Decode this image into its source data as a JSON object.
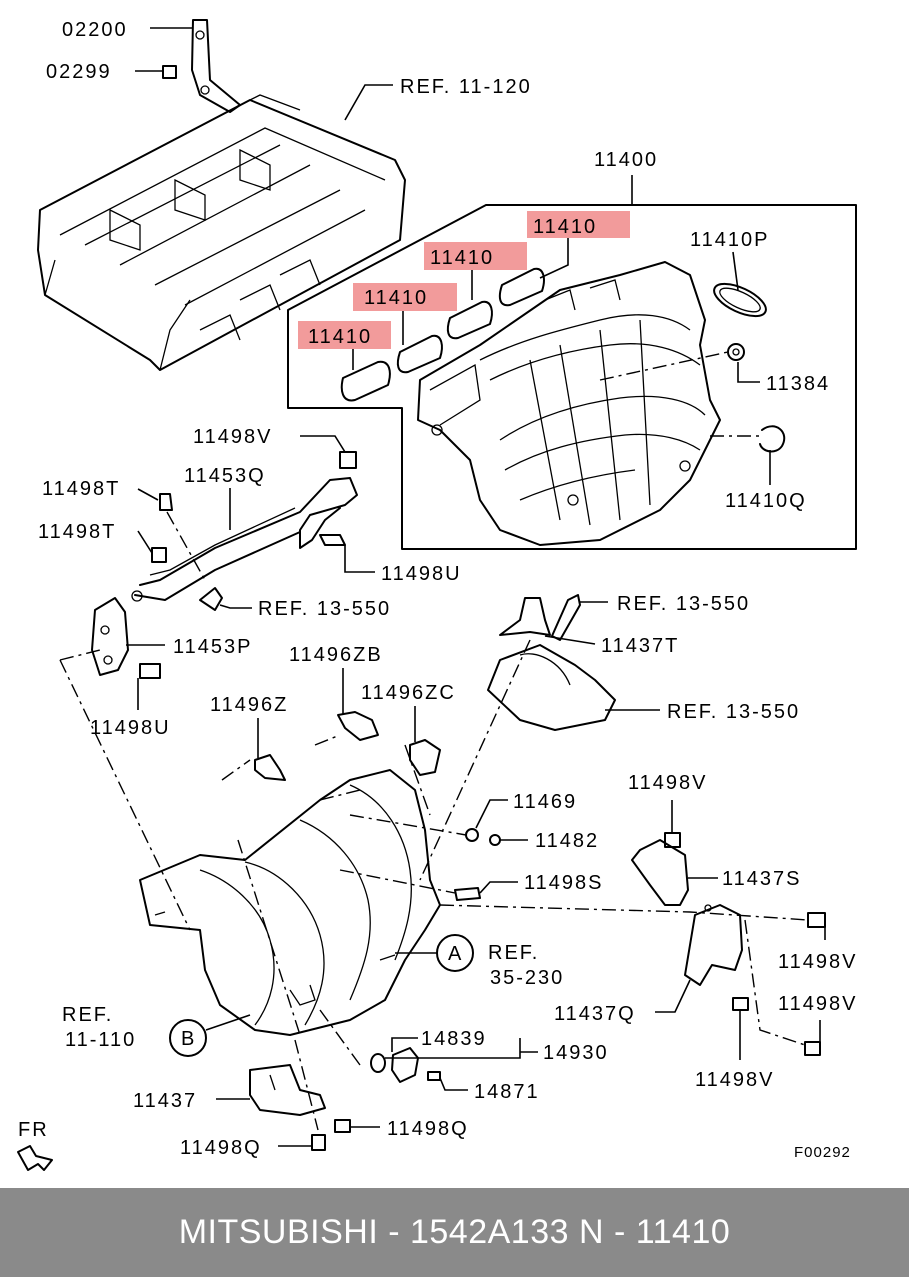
{
  "labels": {
    "p02200": "02200",
    "p02299": "02299",
    "ref11120": "REF. 11-120",
    "p11400": "11400",
    "p11410a": "11410",
    "p11410b": "11410",
    "p11410c": "11410",
    "p11410d": "11410",
    "p11410p": "11410P",
    "p11384": "11384",
    "p11410q": "11410Q",
    "p11498v_a": "11498V",
    "p11453q": "11453Q",
    "p11498t_a": "11498T",
    "p11498t_b": "11498T",
    "p11498u_a": "11498U",
    "ref13550_a": "REF. 13-550",
    "ref13550_b": "REF. 13-550",
    "p11437t": "11437T",
    "ref13550_c": "REF. 13-550",
    "p11453p": "11453P",
    "p11496zb": "11496ZB",
    "p11498u_b": "11498U",
    "p11496z": "11496Z",
    "p11496zc": "11496ZC",
    "p11469": "11469",
    "p11498v_b": "11498V",
    "p11482": "11482",
    "p11437s": "11437S",
    "p11498s": "11498S",
    "circleA": "A",
    "ref35230_1": "REF.",
    "ref35230_2": "35-230",
    "p11498v_c": "11498V",
    "ref11110_1": "REF.",
    "ref11110_2": "11-110",
    "circleB": "B",
    "p11437q": "11437Q",
    "p11498v_d": "11498V",
    "p14839": "14839",
    "p14930": "14930",
    "p11498v_e": "11498V",
    "p11437": "11437",
    "p14871": "14871",
    "p11498q_a": "11498Q",
    "p11498q_b": "11498Q",
    "fr": "FR",
    "figcode": "F00292"
  },
  "highlight_color": "#f08a8a",
  "footer": {
    "text": "MITSUBISHI - 1542A133     N - 11410",
    "background": "#8a8a8a"
  }
}
